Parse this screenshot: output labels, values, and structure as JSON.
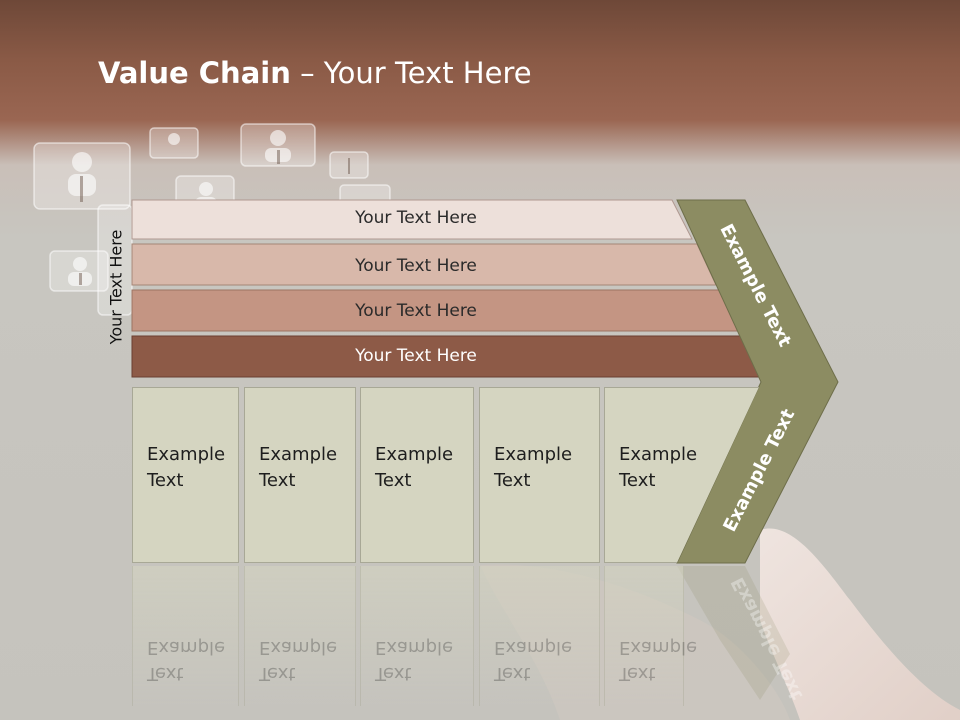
{
  "title": {
    "bold": "Value Chain",
    "rest": " – Your Text Here"
  },
  "side_label": "Your Text Here",
  "rows": [
    {
      "label": "Your Text Here",
      "color": "#ede0da"
    },
    {
      "label": "Your Text Here",
      "color": "#d8b8aa"
    },
    {
      "label": "Your Text Here",
      "color": "#c49583"
    },
    {
      "label": "Your Text Here",
      "color": "#8d5a47"
    }
  ],
  "boxes": [
    {
      "line1": "Example",
      "line2": "Text"
    },
    {
      "line1": "Example",
      "line2": "Text"
    },
    {
      "line1": "Example",
      "line2": "Text"
    },
    {
      "line1": "Example",
      "line2": "Text"
    },
    {
      "line1": "Example",
      "line2": "Text"
    }
  ],
  "chevron": {
    "upper_label": "Example Text",
    "lower_label": "Example Text",
    "color": "#8c8c62"
  }
}
